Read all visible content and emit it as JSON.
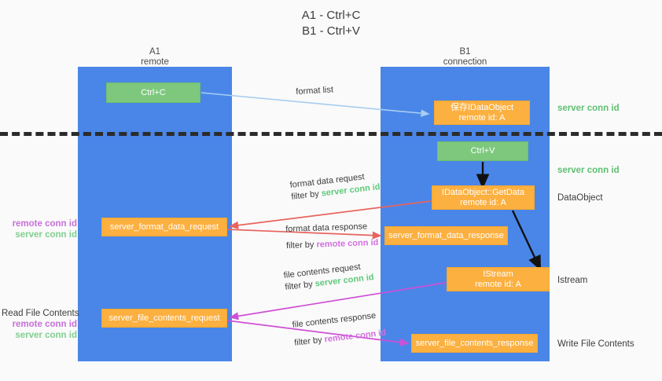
{
  "title": {
    "line1": "A1 - Ctrl+C",
    "line2": "B1 - Ctrl+V"
  },
  "columns": {
    "a1": {
      "name": "A1",
      "role": "remote"
    },
    "b1": {
      "name": "B1",
      "role": "connection"
    }
  },
  "boxes": {
    "ctrl_c": {
      "line1": "Ctrl+C",
      "line2": "",
      "color": "#7dc87d"
    },
    "save_idataobject": {
      "line1": "保存IDataObject",
      "line2": "remote id: A",
      "color": "#fcb040"
    },
    "ctrl_v": {
      "line1": "Ctrl+V",
      "line2": "",
      "color": "#7dc87d"
    },
    "getdata": {
      "line1": "IDataObject::GetData",
      "line2": "remote id: A",
      "color": "#fcb040"
    },
    "istream": {
      "line1": "IStream",
      "line2": "remote id: A",
      "color": "#fcb040"
    },
    "server_format_data_request": {
      "line1": "server_format_data_request",
      "line2": "",
      "color": "#fcb040"
    },
    "server_format_data_response": {
      "line1": "server_format_data_response",
      "line2": "",
      "color": "#fcb040"
    },
    "server_file_contents_request": {
      "line1": "server_file_contents_request",
      "line2": "",
      "color": "#fcb040"
    },
    "server_file_contents_response": {
      "line1": "server_file_contents_response",
      "line2": "",
      "color": "#fcb040"
    }
  },
  "edge_labels": {
    "format_list": {
      "line1": "format list",
      "line2_pre": "",
      "line2_hl": "",
      "line2_post": ""
    },
    "format_data_request": {
      "line1": "format data request",
      "line2_pre": "filter by ",
      "line2_hl": "server conn id",
      "hl_color": "server"
    },
    "format_data_response": {
      "line1": "format data response",
      "line2_pre": "filter by ",
      "line2_hl": "remote conn id",
      "hl_color": "remote"
    },
    "file_contents_request": {
      "line1": "file contents request",
      "line2_pre": "filter by ",
      "line2_hl": "server conn id",
      "hl_color": "server"
    },
    "file_contents_response": {
      "line1": "file contents response",
      "line2_pre": "filter by ",
      "line2_hl": "remote conn id",
      "hl_color": "remote"
    }
  },
  "right_annotations": {
    "server_conn_id_1": "server conn id",
    "server_conn_id_2": "server conn id",
    "dataobject": "DataObject",
    "istream": "Istream",
    "write_file_contents": "Write File Contents"
  },
  "left_annotations": {
    "group1": {
      "heading": "",
      "remote": "remote conn id",
      "server": "server conn id"
    },
    "group2": {
      "heading": "Read File Contents",
      "remote": "remote conn id",
      "server": "server conn id"
    }
  },
  "colors": {
    "lane": "#4a86e8",
    "green_box": "#7dc87d",
    "orange_box": "#fcb040",
    "remote_conn": "#c86fd9",
    "server_conn": "#5fbf72",
    "arrow_blue": "#a7cdf0",
    "arrow_red": "#e8645f",
    "arrow_magenta": "#cf4fd6",
    "arrow_black": "#111111",
    "dashed_line": "#2b2b2b",
    "background": "#fafafa"
  }
}
